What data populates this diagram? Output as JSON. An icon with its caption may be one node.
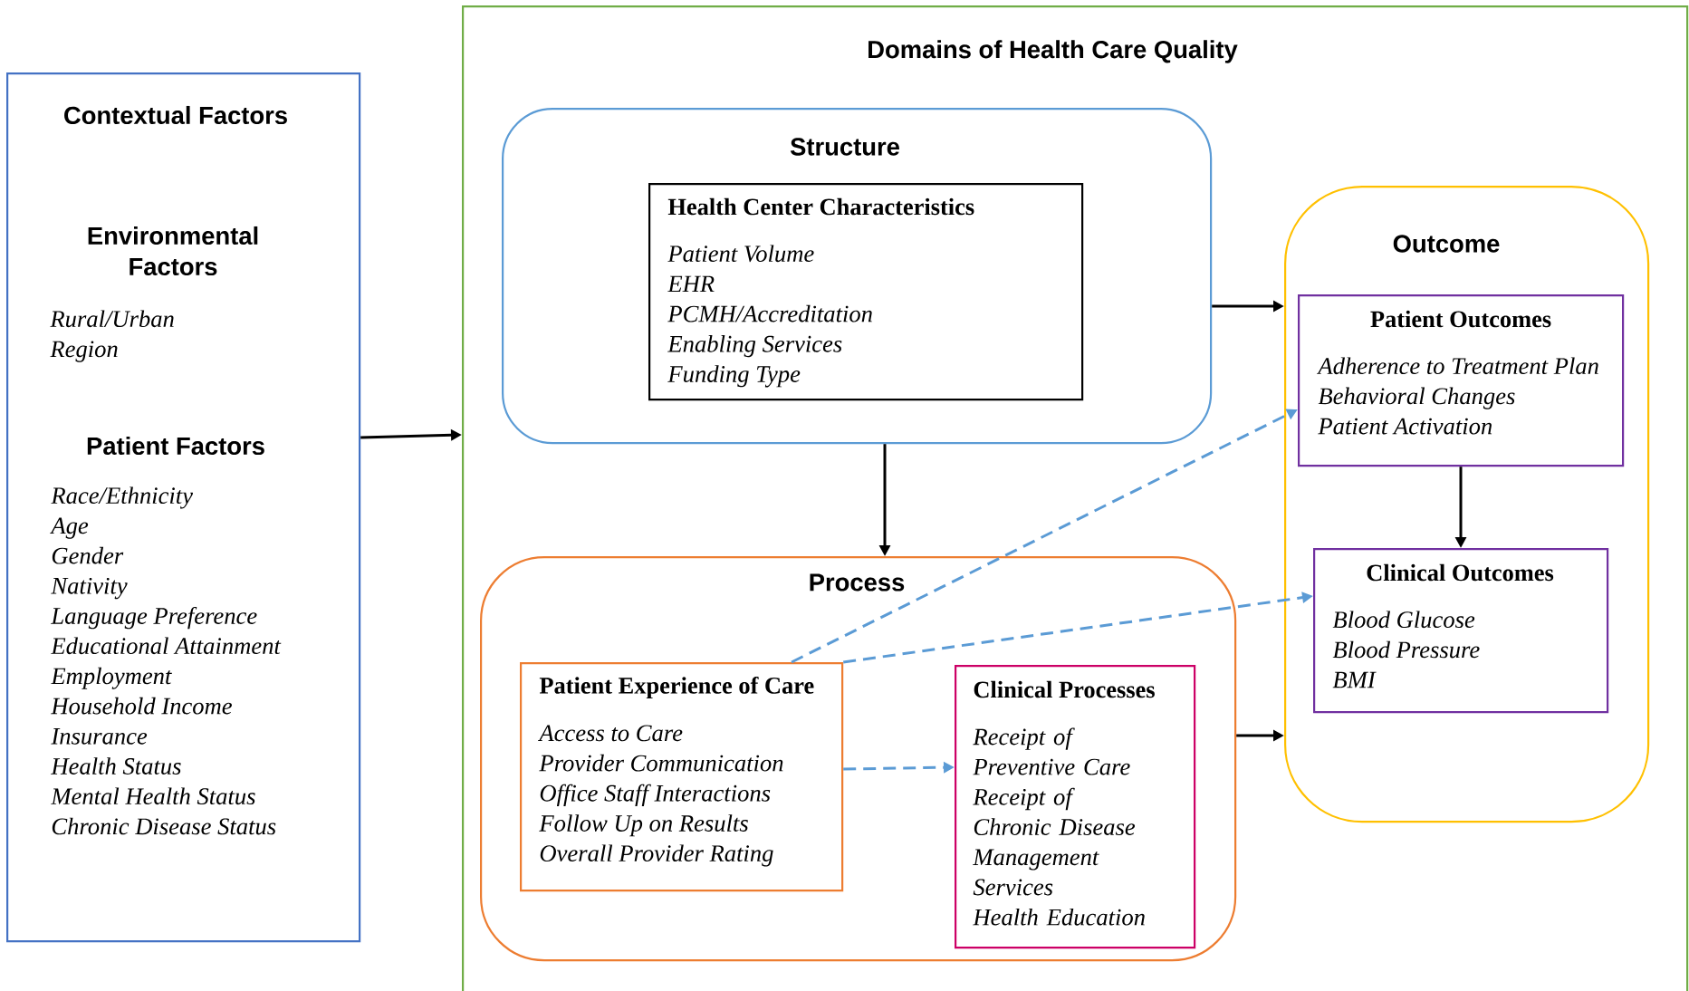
{
  "diagram": {
    "nodes": [
      {
        "text": [
          "Contextual Factors",
          "Environmental Factors",
          "Rural/Urban",
          "Region",
          "Patient Factors",
          "Race/Ethnicity",
          "Age",
          "Gender",
          "Nativity",
          "Language Preference",
          "Educational Attainment",
          "Employment",
          "Household Income",
          "Insurance",
          "Health Status",
          "Mental Health Status",
          "Chronic Disease Status"
        ]
      },
      {
        "text": [
          "Domains of Health Care Quality"
        ]
      },
      {
        "text": [
          "Structure"
        ],
        "in": 1
      },
      {
        "text": [
          "Health Center Characteristics",
          "Patient Volume",
          "EHR",
          "PCMH/Accreditation",
          "Enabling Services",
          "Funding Type"
        ],
        "in": 2
      },
      {
        "text": [
          "Outcome"
        ],
        "in": 1
      },
      {
        "text": [
          "Patient Outcomes",
          "Adherence to Treatment Plan",
          "Behavioral Changes",
          "Patient Activation"
        ],
        "in": 4
      },
      {
        "text": [
          "Clinical Outcomes",
          "Blood Glucose",
          "Blood Pressure",
          "BMI"
        ],
        "in": 4
      },
      {
        "text": [
          "Process"
        ],
        "in": 1
      },
      {
        "text": [
          "Patient Experience of Care",
          "Access to Care",
          "Provider Communication",
          "Office Staff Interactions",
          "Follow Up on Results",
          "Overall Provider Rating"
        ],
        "in": 7
      },
      {
        "text": [
          "Clinical Processes",
          "Receipt of Preventive Care",
          "Receipt of Chronic Disease Management Services",
          "Health Education"
        ],
        "in": 7
      }
    ],
    "edges": [
      {
        "from": 0,
        "to": 1,
        "arrow": "to"
      },
      {
        "from": 2,
        "to": 7,
        "arrow": "to"
      },
      {
        "from": 2,
        "to": 4,
        "arrow": "to"
      },
      {
        "from": 7,
        "to": 4,
        "arrow": "to"
      },
      {
        "from": 5,
        "to": 6,
        "arrow": "to"
      },
      {
        "from": 8,
        "to": 5,
        "arrow": "to",
        "style": "dashed",
        "color": "#5b9bd5"
      },
      {
        "from": 8,
        "to": 6,
        "arrow": "to",
        "style": "dashed",
        "color": "#5b9bd5"
      },
      {
        "from": 8,
        "to": 9,
        "arrow": "to",
        "style": "dashed",
        "color": "#5b9bd5"
      }
    ]
  }
}
